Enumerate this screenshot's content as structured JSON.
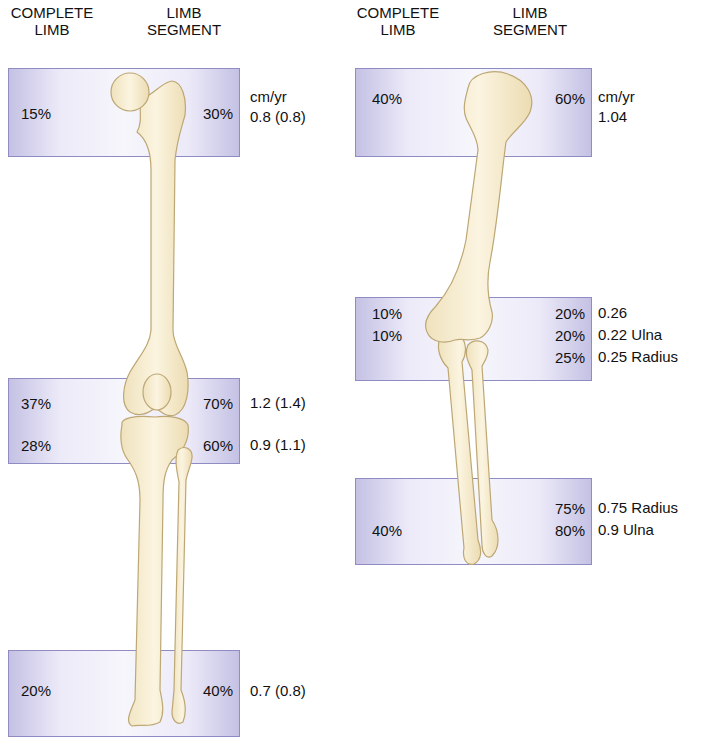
{
  "diagram": {
    "nodes": [
      {
        "text": [
          "15%",
          "30%"
        ]
      },
      {
        "text": [
          "37%",
          "70%",
          "28%",
          "60%"
        ]
      },
      {
        "text": [
          "20%",
          "40%"
        ]
      },
      {
        "text": [
          "40%",
          "60%"
        ]
      },
      {
        "text": [
          "10%",
          "20%",
          "10%",
          "20%",
          "25%"
        ]
      },
      {
        "text": [
          "75%",
          "40%",
          "80%"
        ]
      }
    ],
    "labels": [
      "COMPLETE LIMB",
      "LIMB SEGMENT",
      "COMPLETE LIMB",
      "LIMB SEGMENT",
      "cm/yr",
      "0.8 (0.8)",
      "1.2 (1.4)",
      "0.9 (1.1)",
      "0.7 (0.8)",
      "cm/yr",
      "1.04",
      "0.26",
      "0.22 Ulna",
      "0.25 Radius",
      "0.75 Radius",
      "0.9 Ulna"
    ]
  }
}
